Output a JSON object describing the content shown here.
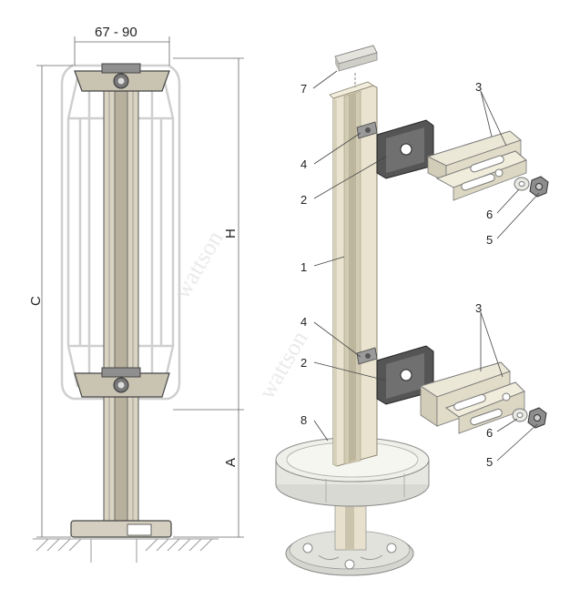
{
  "dimensions": {
    "width_label": "67 - 90",
    "c_label": "C",
    "h_label": "H",
    "a_label": "A"
  },
  "callouts": {
    "n1": "1",
    "n2_top": "2",
    "n2_bottom": "2",
    "n3_top": "3",
    "n3_bottom": "3",
    "n4_top": "4",
    "n4_bottom": "4",
    "n5_top": "5",
    "n5_bottom": "5",
    "n6_top": "6",
    "n6_bottom": "6",
    "n7": "7",
    "n8": "8"
  },
  "watermark": "wattson",
  "colors": {
    "metal": "#dcd6c4",
    "metal_dark": "#8a8474",
    "bracket": "#5e5e5e",
    "base": "#cfcfc9",
    "line": "#444444"
  }
}
